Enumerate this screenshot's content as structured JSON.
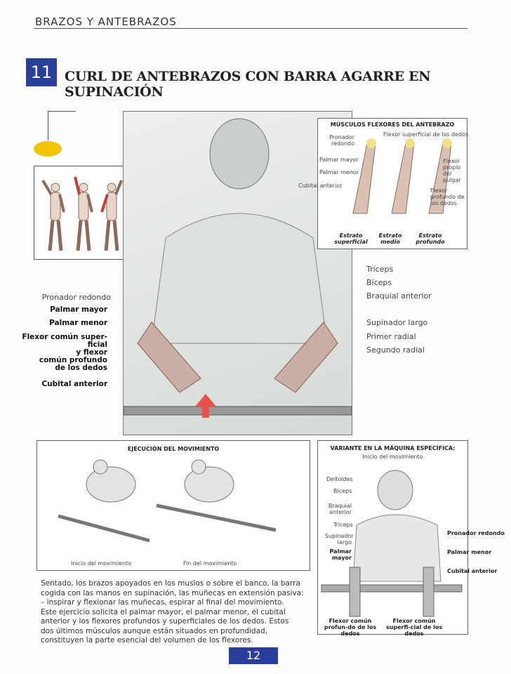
{
  "header": {
    "section": "BRAZOS Y ANTEBRAZOS",
    "exercise_number": "11",
    "title": "CURL DE ANTEBRAZOS CON BARRA AGARRE EN SUPINACIÓN"
  },
  "accent_color": "#2a3f9a",
  "main_labels_left": [
    "Pronador redondo",
    "Palmar mayor",
    "Palmar menor",
    "Flexor común super-\nficial\ny flexor\ncomún profundo\nde los dedos",
    "Cubital anterior"
  ],
  "main_labels_right": [
    "Tríceps",
    "Bíceps",
    "Braquial anterior",
    "Supinador largo",
    "Primer radial",
    "Segundo radial"
  ],
  "inset_flexors": {
    "title": "MÚSCULOS FLEXORES DEL ANTEBRAZO",
    "labels": [
      "Pronador redondo",
      "Palmar mayor",
      "Palmar menor",
      "Cubital anterior",
      "Flexor superficial de los dedos",
      "Flexor propio del pulgar",
      "Flexor profundo de los dedos"
    ],
    "strata": [
      "Estrato superficial",
      "Estrato medio",
      "Estrato profundo"
    ]
  },
  "execution": {
    "title": "EJECUCIÓN DEL MOVIMIENTO",
    "captions": [
      "Inicio del movimiento",
      "Fin del movimiento"
    ]
  },
  "variant": {
    "title": "VARIANTE EN LA MÁQUINA ESPECÍFICA:",
    "subtitle": "Inicio del movimiento",
    "labels_left": [
      "Deltoides",
      "Bíceps",
      "Braquial anterior",
      "Tríceps",
      "Supinador largo"
    ],
    "label_bold_left": "Palmar mayor",
    "labels_right": [
      "Pronador redondo",
      "Palmar menor",
      "Cubital anterior"
    ],
    "labels_bottom": [
      "Flexor común profun-do de los dedos",
      "Flexor común superfi-cial de los dedos"
    ]
  },
  "description": [
    "Sentado, los brazos apoyados en los muslos o sobre el banco, la barra cogida con las manos en supinación, las muñecas en extensión pasiva:",
    "– inspirar y flexionar las muñecas, espirar al final del movimiento.",
    "Este ejercicio solicita el palmar mayor, el palmar menor, el cubital anterior y los flexores profundos y superficiales de los dedos. Estos dos últimos músculos aunque están situados en profundidad, constituyen la parte esencial del volumen de los flexores."
  ],
  "page_number": "12"
}
